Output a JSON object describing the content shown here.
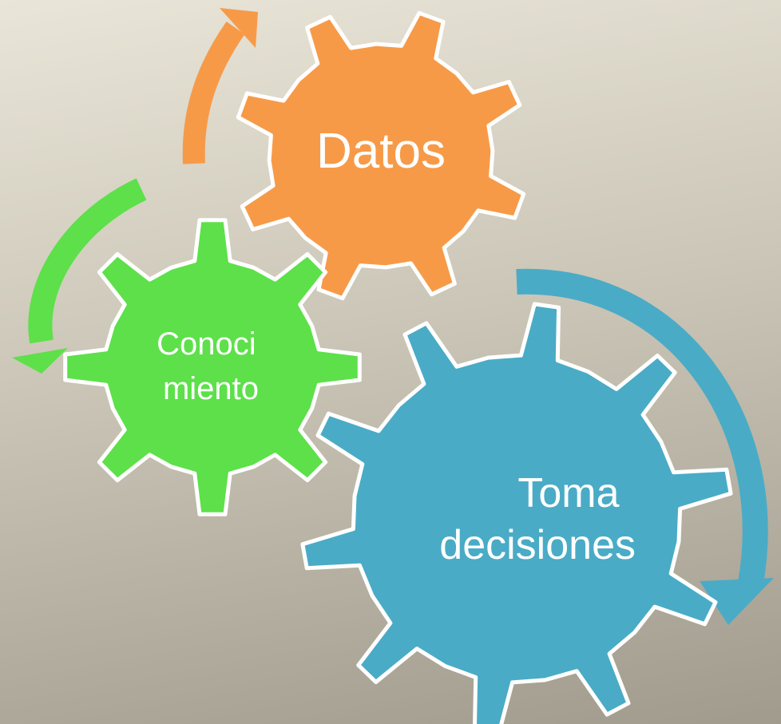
{
  "colors": {
    "background_top": "#e9e5d8",
    "background_bottom": "#a19b8d",
    "gear_outline": "#ffffff",
    "text": "#ffffff"
  },
  "gears": [
    {
      "id": "datos",
      "lines": [
        "Datos"
      ],
      "color": "#f79a48",
      "arrow_color": "#f79a48",
      "icon": "gear-icon"
    },
    {
      "id": "conocimiento",
      "lines": [
        "Conoci",
        "miento"
      ],
      "color": "#5de04a",
      "arrow_color": "#5de04a",
      "icon": "gear-icon"
    },
    {
      "id": "toma-decisiones",
      "lines": [
        "Toma",
        "decisiones"
      ],
      "color": "#4aabc6",
      "arrow_color": "#4aabc6",
      "icon": "gear-icon"
    }
  ]
}
